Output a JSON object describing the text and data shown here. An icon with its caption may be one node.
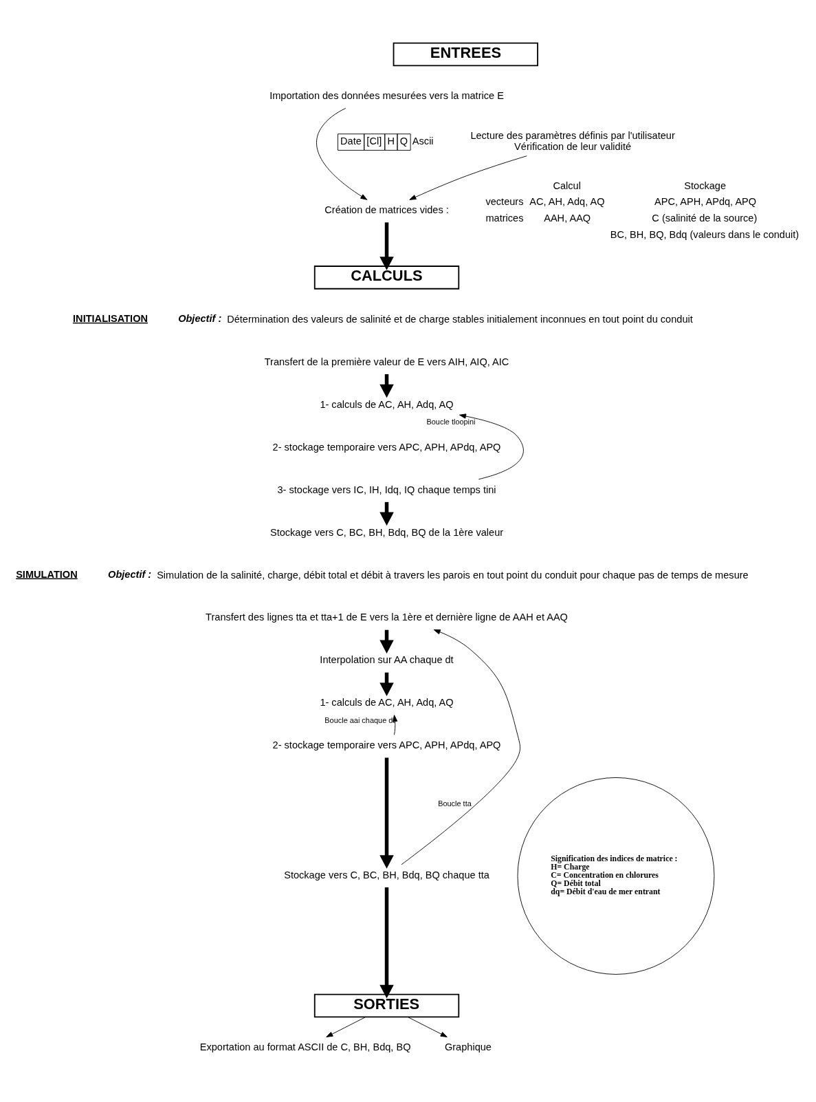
{
  "diagram": {
    "nodes": [
      {
        "text": [
          "ENTREES"
        ]
      },
      {
        "text": [
          "Importation des données mesurées vers la matrice E"
        ]
      },
      {
        "text": [
          "Lecture des paramètres définis par l'utilisateur",
          "Vérification de leur validité"
        ]
      },
      {
        "text": [
          "Création de matrices vides :"
        ]
      },
      {
        "text": [
          "CALCULS"
        ]
      },
      {
        "text": [
          "Transfert de la première valeur de E vers AIH, AIQ, AIC"
        ]
      },
      {
        "text": [
          "1- calculs de AC, AH, Adq, AQ"
        ]
      },
      {
        "text": [
          "2- stockage temporaire vers APC, APH, APdq, APQ"
        ]
      },
      {
        "text": [
          "3- stockage vers IC, IH, Idq, IQ chaque temps tini"
        ]
      },
      {
        "text": [
          "Stockage vers C, BC, BH, Bdq, BQ de la 1ère valeur"
        ]
      },
      {
        "text": [
          "Transfert des lignes tta et tta+1 de E vers la 1ère et dernière ligne de AAH et AAQ"
        ]
      },
      {
        "text": [
          "Interpolation sur AA chaque dt"
        ]
      },
      {
        "text": [
          "1- calculs de AC, AH, Adq, AQ"
        ]
      },
      {
        "text": [
          "2- stockage temporaire vers APC, APH, APdq, APQ"
        ]
      },
      {
        "text": [
          "Stockage vers C, BC, BH, Bdq, BQ chaque tta"
        ]
      },
      {
        "text": [
          "Signification des indices de matrice :",
          "H= Charge",
          "C= Concentration en chlorures",
          "Q= Débit total",
          "dq= Débit d'eau de mer entrant"
        ]
      },
      {
        "text": [
          "SORTIES"
        ]
      },
      {
        "text": [
          "Exportation au format ASCII de C, BH, Bdq, BQ"
        ]
      },
      {
        "text": [
          "Graphique"
        ]
      }
    ],
    "edges": [
      {
        "from": 1,
        "to": 3,
        "arrow": "to"
      },
      {
        "from": 2,
        "to": 3,
        "arrow": "to"
      },
      {
        "from": 3,
        "to": 4,
        "arrow": "to",
        "style": "thick"
      },
      {
        "from": 5,
        "to": 6,
        "arrow": "to",
        "style": "thick"
      },
      {
        "from": 8,
        "to": 6,
        "arrow": "to",
        "label": "Boucle tloopini"
      },
      {
        "from": 8,
        "to": 9,
        "arrow": "to",
        "style": "thick"
      },
      {
        "from": 10,
        "to": 11,
        "arrow": "to",
        "style": "thick"
      },
      {
        "from": 11,
        "to": 12,
        "arrow": "to",
        "style": "thick"
      },
      {
        "from": 13,
        "to": 12,
        "arrow": "to",
        "label": "Boucle aai chaque dt"
      },
      {
        "from": 13,
        "to": 14,
        "arrow": "to",
        "style": "thick"
      },
      {
        "from": 14,
        "to": 10,
        "arrow": "to",
        "label": "Boucle tta"
      },
      {
        "from": 14,
        "to": 16,
        "arrow": "to",
        "style": "thick"
      },
      {
        "from": 16,
        "to": 17,
        "arrow": "to"
      },
      {
        "from": 16,
        "to": 18,
        "arrow": "to"
      }
    ],
    "labels": [
      "Date",
      "[Cl]",
      "H",
      "Q",
      "Ascii",
      "Calcul",
      "Stockage",
      "vecteurs",
      "AC, AH, Adq, AQ",
      "APC, APH, APdq, APQ",
      "matrices",
      "AAH, AAQ",
      "C (salinité de la source)",
      "BC, BH, BQ, Bdq (valeurs dans le conduit)",
      "INITIALISATION",
      "Objectif :",
      "Détermination des valeurs de salinité et de charge stables initialement inconnues en tout point du conduit",
      "SIMULATION",
      "Objectif :",
      "Simulation de la salinité, charge, débit total et débit à travers les parois en tout point du conduit pour chaque pas de temps de mesure"
    ]
  }
}
